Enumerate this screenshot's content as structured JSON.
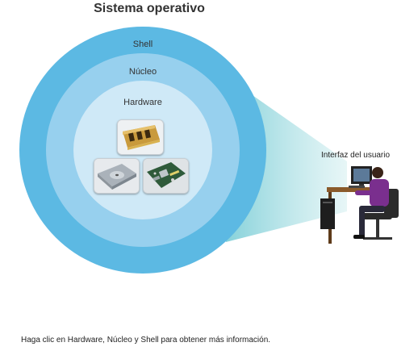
{
  "title": "Sistema operativo",
  "layers": {
    "shell": "Shell",
    "kernel": "Núcleo",
    "hardware": "Hardware"
  },
  "user_interface_label": "Interfaz del usuario",
  "instruction": "Haga clic en Hardware, Núcleo y Shell para obtener más información.",
  "colors": {
    "shell_ring": "#5cb9e3",
    "kernel_ring": "#97d0ee",
    "hardware_core": "#cfe9f7",
    "beam": "#a6dbe0"
  },
  "icons": {
    "hardware_items": [
      "memory-module-icon",
      "disk-drive-icon",
      "motherboard-icon"
    ],
    "user": "person-at-computer-icon"
  }
}
